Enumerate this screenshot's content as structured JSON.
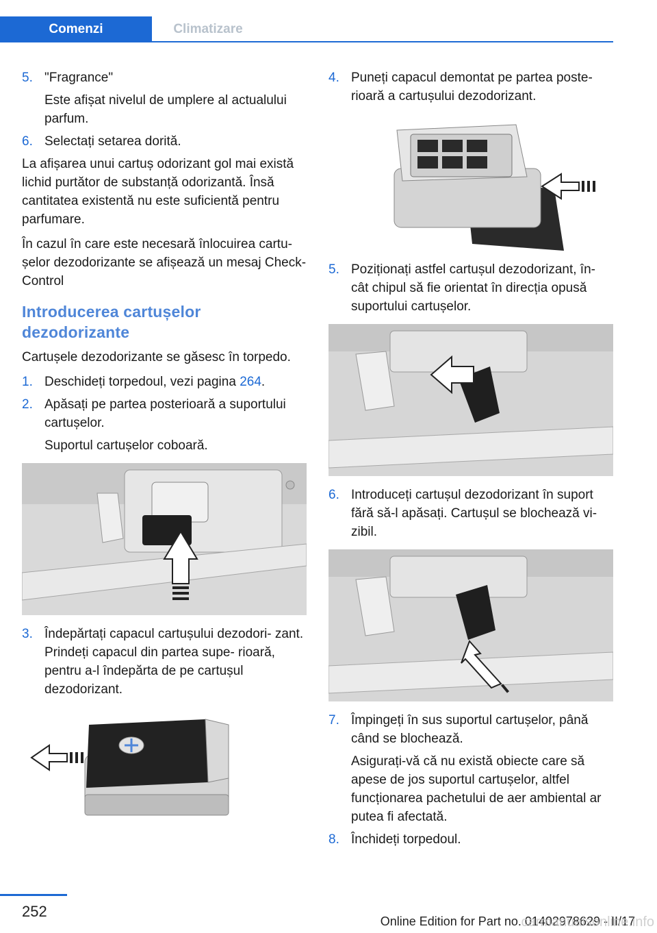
{
  "tabs": {
    "active": "Comenzi",
    "inactive": "Climatizare"
  },
  "left": {
    "step5": {
      "num": "5.",
      "title": "\"Fragrance\"",
      "text": "Este afișat nivelul de umplere al actualului parfum."
    },
    "step6": {
      "num": "6.",
      "text": "Selectați setarea dorită."
    },
    "para1": "La afișarea unui cartuș odorizant gol mai există lichid purtător de substanță odorizantă. Însă cantitatea existentă nu este suficientă pentru parfumare.",
    "para2": "În cazul în care este necesară înlocuirea cartu- șelor dezodorizante se afișează un mesaj Check-Control",
    "heading": "Introducerea cartușelor dezodorizante",
    "intro": "Cartușele dezodorizante se găsesc în torpedo.",
    "s1": {
      "num": "1.",
      "text": "Deschideți torpedoul, vezi pagina ",
      "link": "264",
      "after": "."
    },
    "s2": {
      "num": "2.",
      "text": "Apăsați pe partea posterioară a suportului cartușelor.",
      "sub": "Suportul cartușelor coboară."
    },
    "s3": {
      "num": "3.",
      "text": "Îndepărtați capacul cartușului dezodori- zant. Prindeți capacul din partea supe- rioară, pentru a-l îndepărta de pe cartușul dezodorizant."
    }
  },
  "right": {
    "s4": {
      "num": "4.",
      "text": "Puneți capacul demontat pe partea poste- rioară a cartușului dezodorizant."
    },
    "s5": {
      "num": "5.",
      "text": "Poziționați astfel cartușul dezodorizant, în- cât chipul să fie orientat în direcția opusă suportului cartușelor."
    },
    "s6": {
      "num": "6.",
      "text": "Introduceți cartușul dezodorizant în suport fără să-l apăsați. Cartușul se blochează vi- zibil."
    },
    "s7": {
      "num": "7.",
      "text": "Împingeți în sus suportul cartușelor, până când se blochează.",
      "sub": "Asigurați-vă că nu există obiecte care să apese de jos suportul cartușelor, altfel funcționarea pachetului de aer ambiental ar putea fi afectată."
    },
    "s8": {
      "num": "8.",
      "text": "Închideți torpedoul."
    }
  },
  "footer": {
    "page": "252",
    "edition": "Online Edition for Part no. 01402978629 - II/17",
    "watermark": "carmanualsonline.info"
  }
}
